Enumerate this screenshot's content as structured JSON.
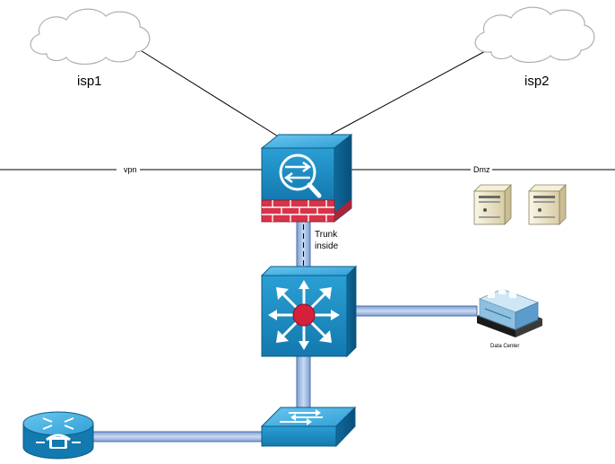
{
  "clouds": {
    "isp1": {
      "label": "isp1"
    },
    "isp2": {
      "label": "isp2"
    }
  },
  "segments": {
    "vpn": "vpn",
    "dmz": "Dmz"
  },
  "trunk": {
    "line1": "Trunk",
    "line2": "inside"
  },
  "datacenter": {
    "label": "Data Center"
  },
  "colors": {
    "cisco_blue": "#1e8fc3",
    "cisco_dark": "#0a5b86",
    "firewall_red": "#d9334a",
    "link_fill": "#a9c3e6",
    "link_stroke": "#4a6ea8",
    "hub_red": "#d5203c",
    "server_beige": "#efe6c9"
  },
  "icons": [
    "cloud-icon",
    "firewall-icon",
    "multilayer-switch-icon",
    "workgroup-switch-icon",
    "voice-router-icon",
    "server-icon",
    "data-center-icon"
  ]
}
